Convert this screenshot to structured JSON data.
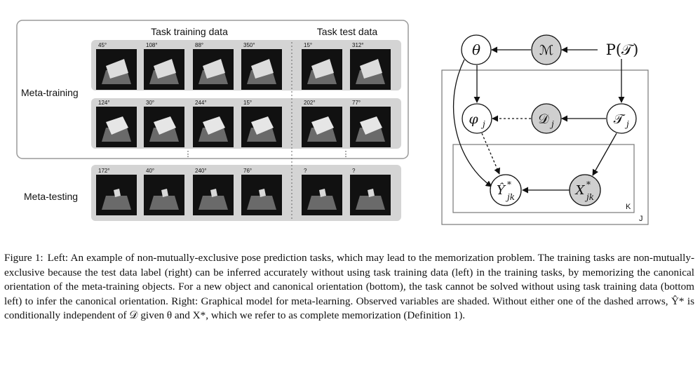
{
  "left_panel": {
    "header_train": "Task training data",
    "header_test": "Task test data",
    "row_meta_training": "Meta-training",
    "row_meta_testing": "Meta-testing",
    "rows": [
      {
        "angles": [
          "45°",
          "108°",
          "88°",
          "350°",
          "15°",
          "312°"
        ]
      },
      {
        "angles": [
          "124°",
          "30°",
          "244°",
          "15°",
          "202°",
          "77°"
        ]
      },
      {
        "angles": [
          "172°",
          "40°",
          "240°",
          "76°",
          "?",
          "?"
        ]
      }
    ],
    "ellipsis": "⋮"
  },
  "graph": {
    "theta": "θ",
    "M": "ℳ",
    "PT": "P(𝒯)",
    "phi": "φ",
    "phi_sub": "j",
    "D": "𝒟",
    "D_sub": "j",
    "T": "𝒯",
    "T_sub": "j",
    "Y": "Ŷ",
    "Y_sup": "*",
    "Y_sub": "jk",
    "X": "X",
    "X_sup": "*",
    "X_sub": "jk",
    "plate_K": "K",
    "plate_J": "J"
  },
  "caption": {
    "label": "Figure 1:",
    "text": "Left: An example of non-mutually-exclusive pose prediction tasks, which may lead to the memorization problem. The training tasks are non-mutually-exclusive because the test data label (right) can be inferred accurately without using task training data (left) in the training tasks, by memorizing the canonical orientation of the meta-training objects. For a new object and canonical orientation (bottom), the task cannot be solved without using task training data (bottom left) to infer the canonical orientation. Right: Graphical model for meta-learning. Observed variables are shaded. Without either one of the dashed arrows, Ŷ* is conditionally independent of 𝒟 given θ and X*, which we refer to as complete memorization (Definition 1)."
  },
  "colors": {
    "shaded_node": "#cfcfcf",
    "panel_grey": "#d4d4d4",
    "tile_dark": "#111111"
  }
}
